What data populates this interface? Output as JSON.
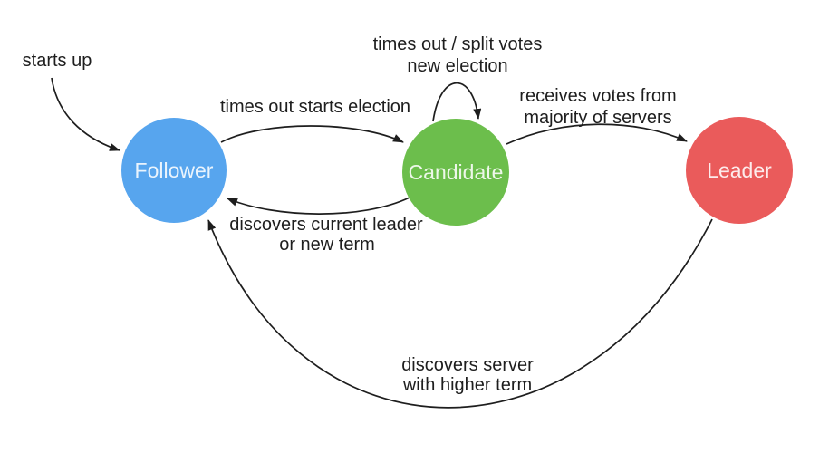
{
  "diagram": {
    "background": "#ffffff",
    "line_color": "#1e1e1e",
    "text_color": "#1e1e1e",
    "state_label_color": "#ffffff"
  },
  "states": [
    {
      "id": "follower",
      "label": "Follower",
      "color": "#57a5ee"
    },
    {
      "id": "candidate",
      "label": "Candidate",
      "color": "#6cbe4c"
    },
    {
      "id": "leader",
      "label": "Leader",
      "color": "#ea5b5b"
    }
  ],
  "transitions": [
    {
      "id": "start-to-follower",
      "from": "start",
      "to": "follower",
      "label_lines": [
        "starts up"
      ]
    },
    {
      "id": "follower-to-candidate",
      "from": "follower",
      "to": "candidate",
      "label_lines": [
        "times out starts election"
      ]
    },
    {
      "id": "candidate-self-loop",
      "from": "candidate",
      "to": "candidate",
      "label_lines": [
        "times out / split votes",
        "new election"
      ]
    },
    {
      "id": "candidate-to-leader",
      "from": "candidate",
      "to": "leader",
      "label_lines": [
        "receives votes from",
        "majority of servers"
      ]
    },
    {
      "id": "candidate-to-follower",
      "from": "candidate",
      "to": "follower",
      "label_lines": [
        "discovers current leader",
        "or new term"
      ]
    },
    {
      "id": "leader-to-follower",
      "from": "leader",
      "to": "follower",
      "label_lines": [
        "discovers server",
        "with higher term"
      ]
    }
  ]
}
